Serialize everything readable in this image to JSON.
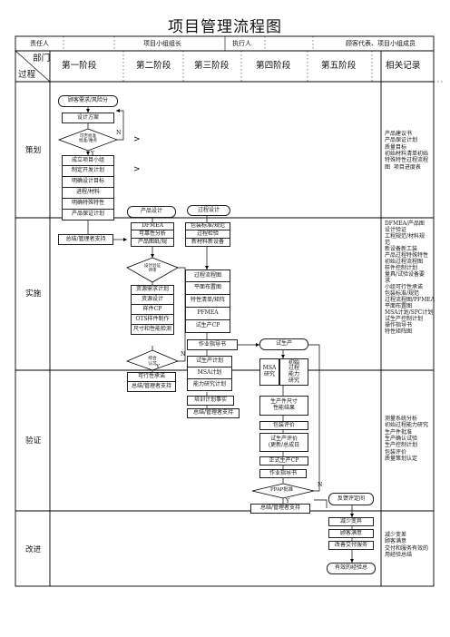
{
  "title": "项目管理流程图",
  "header": {
    "responsible_label": "责任人",
    "responsible_value": "项目小组组长",
    "executor_label": "执行人",
    "executor_value": "顾客代表、项目小组成员",
    "dept_label": "部门",
    "process_label": "过程",
    "phases": [
      "第一阶段",
      "第二阶段",
      "第三阶段",
      "第四阶段",
      "第五阶段"
    ],
    "records_label": "相关记录"
  },
  "stages": [
    "策划",
    "实施",
    "验证",
    "改进"
  ],
  "flow": {
    "col1": {
      "start": "顾客需求/风险分",
      "design_plan": "设计方案",
      "decision": "可否批准",
      "decision_sub": "批准/难点",
      "n": "N",
      "y": "Y",
      "steps": [
        "成立项目小组",
        "制定开发计划",
        "明确设计目标",
        "进程/材料",
        "明确特殊特性",
        "产品保证计划"
      ],
      "summary": "总结/管理者支持"
    },
    "col2": {
      "header": "产品设计",
      "stack": [
        "DFMEA",
        "可靠性分析",
        "产品图纸/规"
      ],
      "decision": "设计验证",
      "decision_sub": "评审",
      "stack2": [
        "资源需求计划",
        "资源设计",
        "样件CP",
        "OTS样件制作",
        "尺寸和性能检测"
      ],
      "decision2": "综合",
      "decision2_sub": "认可",
      "n": "N",
      "y": "Y",
      "tail": [
        "可行性承诺",
        "总结/管理者支持"
      ]
    },
    "col3": {
      "header": "过程设计",
      "stack": [
        "包装标准/规范",
        "过程检验",
        "新材料新设备"
      ],
      "stack2": [
        "过程流程图",
        "平面布置图",
        "特性清单/矩阵",
        "PFMEA",
        "试生产CP"
      ],
      "guide": "作业指导书",
      "stack3": [
        "试生产计划",
        "MSA计划",
        "能力研究计划"
      ],
      "training": "培训计划事实",
      "summary": "总结/管理者支持"
    },
    "col4": {
      "trial": "试生产",
      "msa": "MSA\n研究",
      "capability": "初始\n过程\n能力\n研究",
      "size": "生产件尺寸\n性能结果",
      "package": "包装评价",
      "trial_eval": "试生产评价\n(更新/总成日",
      "prod_cp": "正式生产CP",
      "guide": "作业指导书",
      "decision": "PPAP批准",
      "n": "N",
      "y": "Y",
      "summary": "总结/管理者支持"
    },
    "col5": {
      "feedback": "反馈评定间",
      "variation": "减少变异",
      "satisfaction": "顾客满意",
      "delivery": "改善交付服务",
      "lessons": "有效的经验总"
    },
    "arrows": [
      ">",
      ">"
    ]
  },
  "records": {
    "planning": [
      "产品建议书",
      "产品保证计划",
      "质量目标",
      "初始材料清单初始",
      "特殊特性过程流程",
      "图  项目进度表"
    ],
    "implementation": [
      "DFMEA/产品图",
      "设计验证",
      "工程规范/材料规",
      "范",
      "新设备新工装",
      "产品过程特殊特性",
      "初始过程流程图",
      "样件控制计划",
      "量具/试验设备要",
      "求",
      "小组可行性承诺",
      "包装标准/规范",
      "过程流程图/PFMEA",
      "平面布置图",
      "MSA计划/SPC计划",
      "试生产控制计划",
      "操作指导书",
      "特性矩阵图"
    ],
    "verification": [
      "测量系统分析",
      "初始过程能力研究",
      "生产件批准",
      "生产确认试验",
      "生产控制计划",
      "包装评价",
      "质量策划认定"
    ],
    "improvement": [
      "减少变差",
      "顾客满意",
      "交付和服务有效的",
      "用经验总结"
    ]
  }
}
